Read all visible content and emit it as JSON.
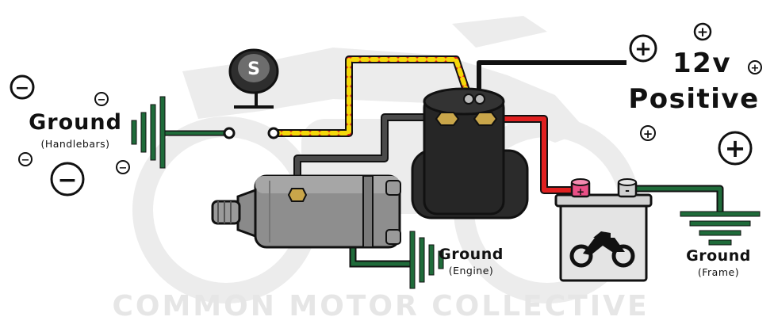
{
  "watermark": {
    "text": "COMMON MOTOR COLLECTIVE"
  },
  "labels": {
    "ground_handlebars_title": "Ground",
    "ground_handlebars_sub": "(Handlebars)",
    "ground_engine_title": "Ground",
    "ground_engine_sub": "(Engine)",
    "ground_frame_title": "Ground",
    "ground_frame_sub": "(Frame)",
    "positive_line1": "12v",
    "positive_line2": "Positive",
    "start_button_letter": "S",
    "battery_positive_mark": "+",
    "battery_negative_mark": "-"
  },
  "symbols": {
    "positive": "+",
    "negative": "−"
  },
  "colors": {
    "ground_wire": "#1f6b3a",
    "positive_wire": "#e02020",
    "switch_wire_red": "#e02020",
    "switch_wire_yellow": "#f5d90a",
    "starter_cable": "#3c3c3c",
    "watermark": "#e6e6e6",
    "battery_positive_terminal": "#e94f86",
    "relay_body": "#2b2b2b",
    "starter_body": "#8e8e8e"
  },
  "icons": [
    "start-button-icon",
    "starter-relay-icon",
    "starter-motor-icon",
    "battery-icon",
    "motorcycle-icon",
    "ground-symbol-icon",
    "plus-sign-icon",
    "minus-sign-icon"
  ]
}
